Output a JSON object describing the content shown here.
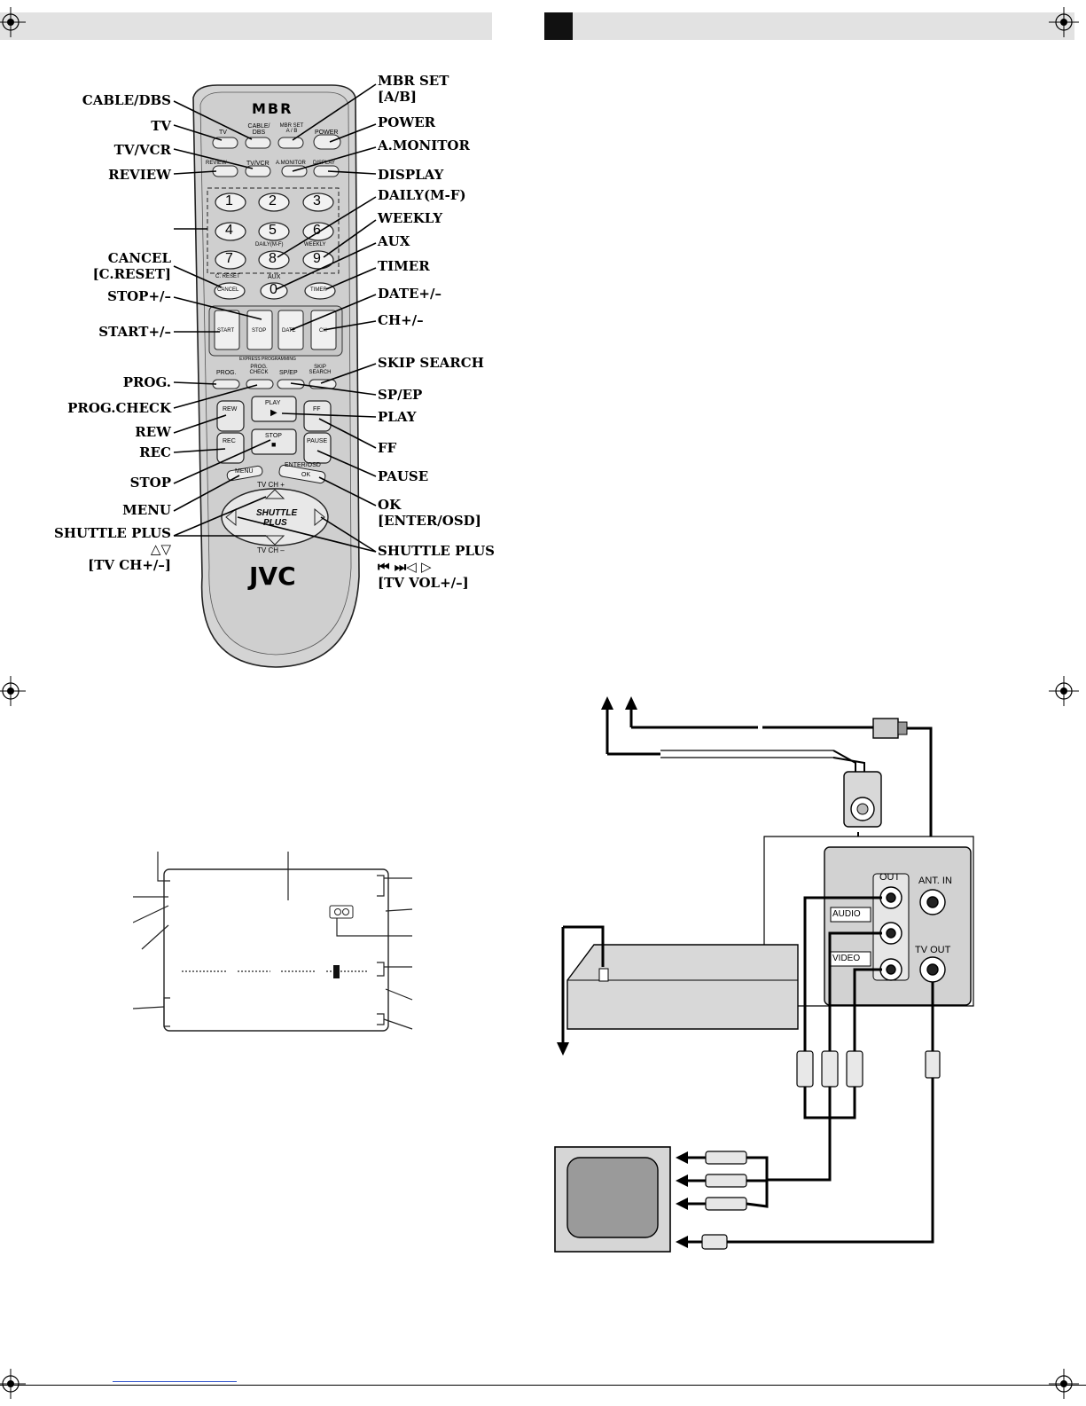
{
  "left_labels": [
    {
      "key": "cable_dbs",
      "text": "CABLE/DBS"
    },
    {
      "key": "tv",
      "text": "TV"
    },
    {
      "key": "tv_vcr",
      "text": "TV/VCR"
    },
    {
      "key": "review",
      "text": "REVIEW"
    },
    {
      "key": "cancel",
      "text": "CANCEL",
      "text2": "[C.RESET]"
    },
    {
      "key": "stop_pm",
      "text": "STOP+/–"
    },
    {
      "key": "start_pm",
      "text": "START+/–"
    },
    {
      "key": "prog",
      "text": "PROG."
    },
    {
      "key": "prog_check",
      "text": "PROG.CHECK"
    },
    {
      "key": "rew",
      "text": "REW"
    },
    {
      "key": "rec",
      "text": "REC"
    },
    {
      "key": "stop",
      "text": "STOP"
    },
    {
      "key": "menu",
      "text": "MENU"
    },
    {
      "key": "shuttle_ch",
      "text": "SHUTTLE PLUS",
      "text2": "△▽",
      "text3": "[TV CH+/–]"
    }
  ],
  "right_labels": [
    {
      "key": "mbr_set",
      "text": "MBR SET",
      "text2": "[A/B]"
    },
    {
      "key": "power",
      "text": "POWER"
    },
    {
      "key": "a_monitor",
      "text": "A.MONITOR"
    },
    {
      "key": "display",
      "text": "DISPLAY"
    },
    {
      "key": "daily",
      "text": "DAILY(M-F)"
    },
    {
      "key": "weekly",
      "text": "WEEKLY"
    },
    {
      "key": "aux",
      "text": "AUX"
    },
    {
      "key": "timer",
      "text": "TIMER"
    },
    {
      "key": "date_pm",
      "text": "DATE+/–"
    },
    {
      "key": "ch_pm",
      "text": "CH+/–"
    },
    {
      "key": "skip_search",
      "text": "SKIP SEARCH"
    },
    {
      "key": "sp_ep",
      "text": "SP/EP"
    },
    {
      "key": "play",
      "text": "PLAY"
    },
    {
      "key": "ff",
      "text": "FF"
    },
    {
      "key": "pause",
      "text": "PAUSE"
    },
    {
      "key": "ok",
      "text": "OK",
      "text2": "[ENTER/OSD]"
    },
    {
      "key": "shuttle_vol",
      "text": "SHUTTLE PLUS",
      "text2": "⏮ ⏭◁ ▷",
      "text3": "[TV VOL+/–]"
    }
  ],
  "remote": {
    "brand": "JVC",
    "mbr_logo": "MBR",
    "keys": {
      "tv": "TV",
      "cable_dbs": "CABLE/ DBS",
      "mbr_set": "MBR SET A / B",
      "power": "POWER",
      "review": "REVIEW",
      "tv_vcr": "TV/VCR",
      "a_monitor": "A.MONITOR",
      "display": "DISPLAY",
      "n1": "1",
      "n2": "2",
      "n3": "3",
      "n4": "4",
      "n5": "5",
      "n6": "6",
      "n7": "7",
      "n8": "8",
      "n9": "9",
      "n0": "0",
      "daily": "DAILY(M-F)",
      "weekly": "WEEKLY",
      "aux": "AUX",
      "c_reset": "C. RESET",
      "cancel": "CANCEL",
      "timer": "TIMER",
      "start": "START",
      "stop_s": "STOP",
      "date": "DATE",
      "ch": "CH",
      "express": "EXPRESS PROGRAMMING",
      "prog": "PROG.",
      "prog_check": "PROG. CHECK",
      "sp_ep": "SP/EP",
      "skip_search": "SKIP SEARCH",
      "rew": "REW",
      "play": "PLAY",
      "ff": "FF",
      "rec": "REC",
      "stop": "STOP",
      "pause": "PAUSE",
      "menu": "MENU",
      "enter_osd": "ENTER/OSD",
      "ok": "OK",
      "tv_ch_plus": "TV CH +",
      "tv_ch_minus": "TV CH –",
      "shuttle": "SHUTTLE",
      "plus": "PLUS"
    }
  },
  "rear_panel": {
    "out": "OUT",
    "audio": "AUDIO",
    "video": "VIDEO",
    "ant_in": "ANT. IN",
    "tv_out": "TV OUT"
  }
}
